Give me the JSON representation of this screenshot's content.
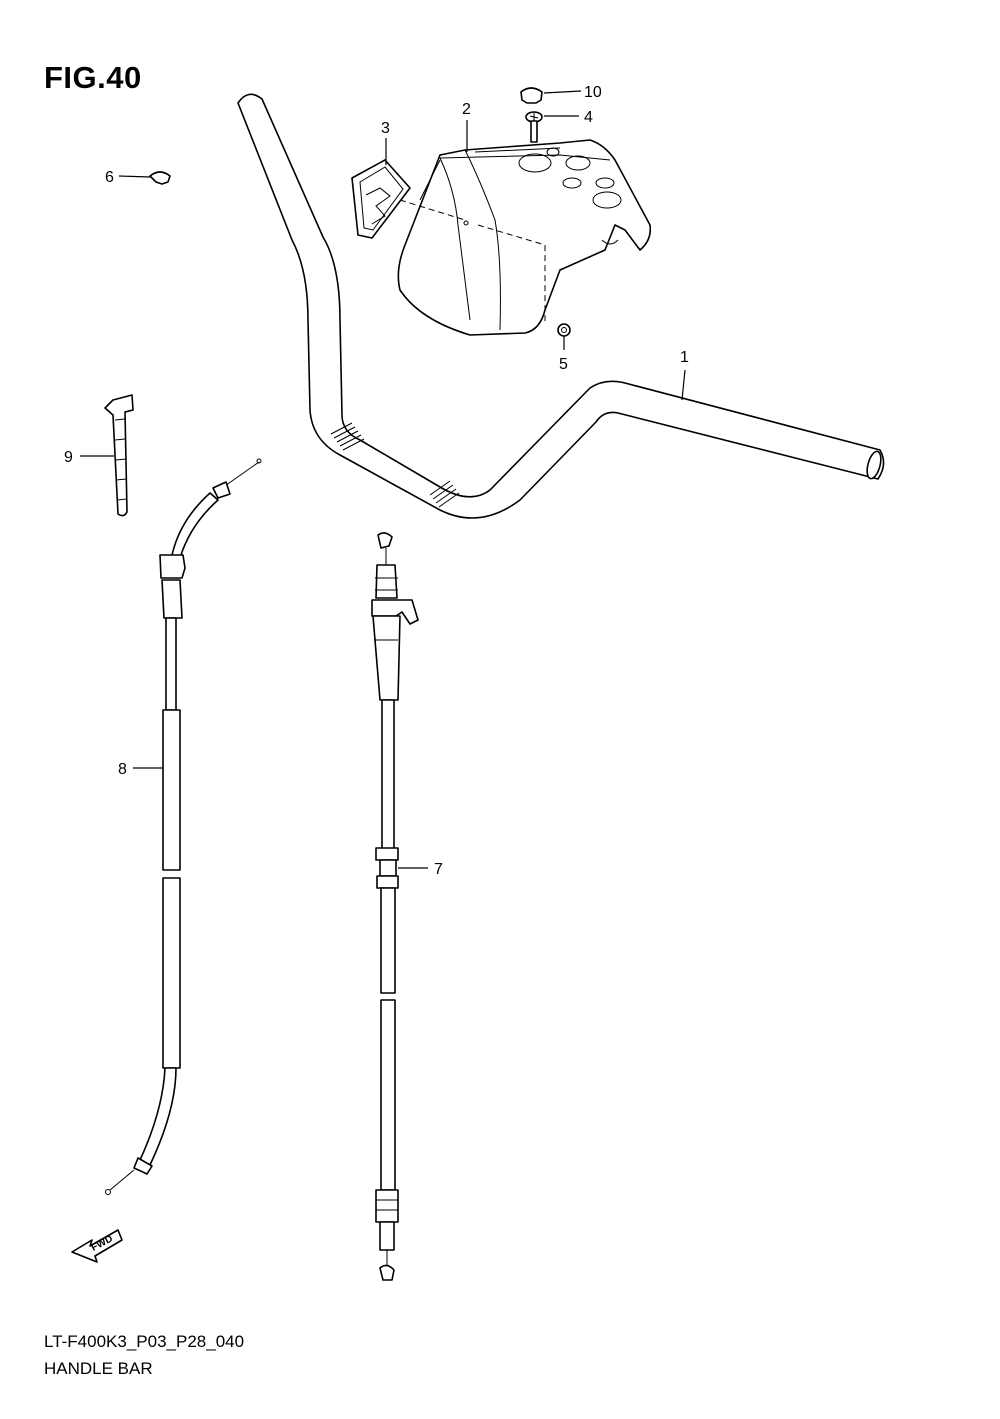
{
  "figure": {
    "title": "FIG.40",
    "model_code": "LT-F400K3_P03_P28_040",
    "section_name": "HANDLE BAR"
  },
  "callouts": [
    {
      "id": "c1",
      "number": "1"
    },
    {
      "id": "c2",
      "number": "2"
    },
    {
      "id": "c3",
      "number": "3"
    },
    {
      "id": "c4",
      "number": "4"
    },
    {
      "id": "c5",
      "number": "5"
    },
    {
      "id": "c6",
      "number": "6"
    },
    {
      "id": "c7",
      "number": "7"
    },
    {
      "id": "c8",
      "number": "8"
    },
    {
      "id": "c9",
      "number": "9"
    },
    {
      "id": "c10",
      "number": "10"
    }
  ],
  "direction_arrow": {
    "label": "FWD"
  },
  "icons": {
    "handlebar": "handlebar-icon",
    "cover": "handlebar-cover-icon",
    "emblem": "emblem-icon",
    "screw": "screw-icon",
    "cap": "cap-icon",
    "nut": "nut-icon",
    "clamp": "cable-tie-icon",
    "cable": "cable-icon"
  }
}
